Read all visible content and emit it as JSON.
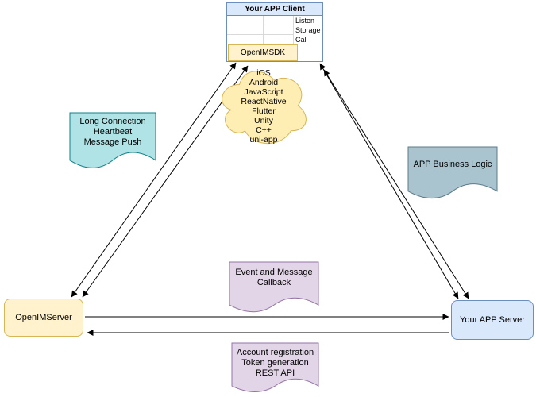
{
  "client": {
    "title": "Your APP Client",
    "sdk_label": "OpenIMSDK",
    "rows": [
      "Listen",
      "Storage",
      "Call"
    ]
  },
  "cloud": {
    "platforms": "iOS\nAndroid\nJavaScript\nReactNative\nFlutter\nUnity\nC++\nuni-app"
  },
  "notes": {
    "long_connection": "Long Connection\nHeartbeat\nMessage Push",
    "app_business_logic": "APP Business Logic",
    "event_callback": "Event and Message\nCallback",
    "rest_api": "Account registration\nToken generation\nREST API"
  },
  "servers": {
    "openim_server": "OpenIMServer",
    "app_server": "Your APP Server"
  },
  "colors": {
    "yellow_fill": "#fff2cc",
    "yellow_stroke": "#d6b656",
    "blue_fill": "#dae8fc",
    "blue_stroke": "#6c8ebf",
    "teal_fill": "#b0e3e6",
    "teal_stroke": "#0e8088",
    "slate_fill": "#a9c4cf",
    "slate_stroke": "#5d7a8a",
    "purple_fill": "#e1d5e7",
    "purple_stroke": "#9673a6",
    "cloud_fill": "#ffeeb3",
    "cloud_stroke": "#d6b656",
    "arrow": "#000000"
  }
}
